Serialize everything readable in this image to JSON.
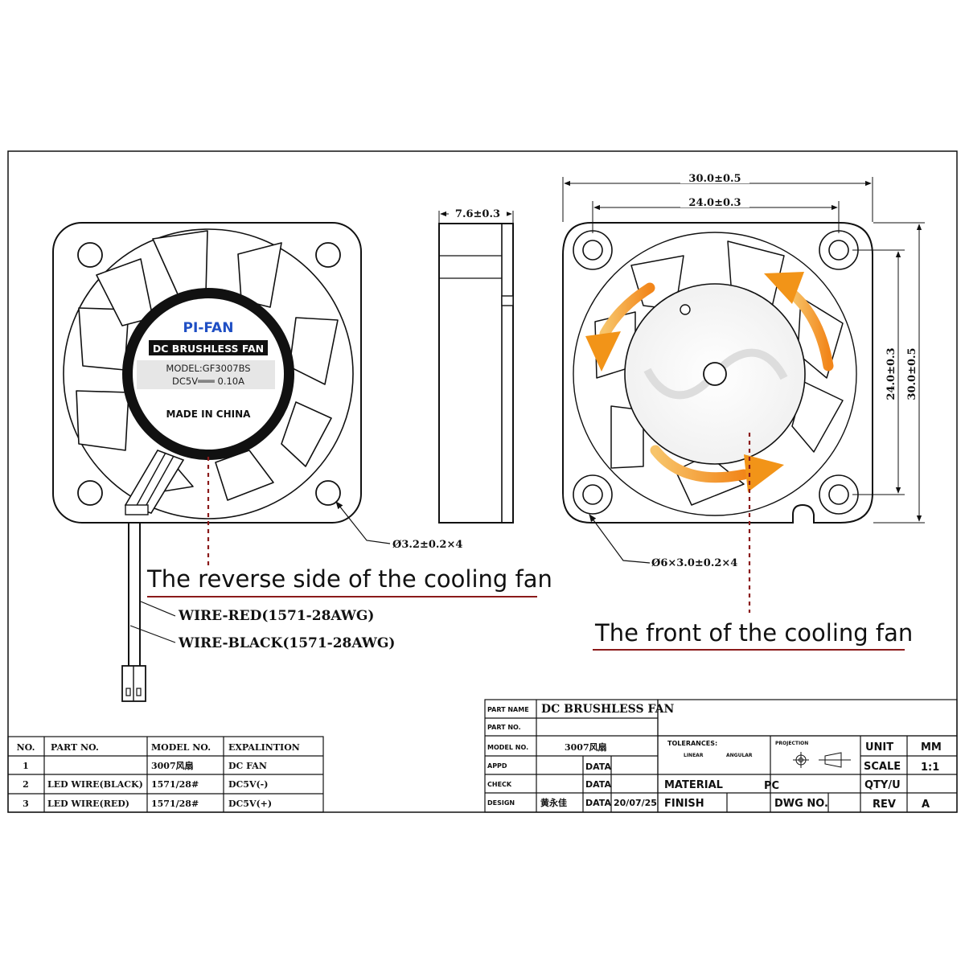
{
  "reverse": {
    "logo": "PI-FAN",
    "band": "DC BRUSHLESS FAN",
    "model": "MODEL:GF3007BS",
    "rating": "DC5V═══ 0.10A",
    "made": "MADE IN CHINA",
    "hole_dim": "Ø3.2±0.2×4",
    "caption": "The reverse side of the cooling fan",
    "wire_red": "WIRE-RED(1571-28AWG)",
    "wire_black": "WIRE-BLACK(1571-28AWG)"
  },
  "side": {
    "thickness_dim": "7.6±0.3"
  },
  "front": {
    "width_dim": "30.0±0.5",
    "pitch_dim": "24.0±0.3",
    "height_pitch_dim": "24.0±0.3",
    "height_dim": "30.0±0.5",
    "hole_dim": "Ø6×3.0±0.2×4",
    "caption": "The front of the cooling fan"
  },
  "bom": {
    "headers": [
      "NO.",
      "PART NO.",
      "MODEL NO.",
      "EXPALINTION"
    ],
    "rows": [
      [
        "1",
        "",
        "3007风扇",
        "DC FAN"
      ],
      [
        "2",
        "LED WIRE(BLACK)",
        "1571/28#",
        "DC5V(-)"
      ],
      [
        "3",
        "LED WIRE(RED)",
        "1571/28#",
        "DC5V(+)"
      ]
    ]
  },
  "title_block": {
    "part_name_label": "PART NAME",
    "part_name": "DC BRUSHLESS FAN",
    "part_no_label": "PART NO.",
    "model_no_label": "MODEL NO.",
    "model_no": "3007风扇",
    "appd_label": "APPD",
    "check_label": "CHECK",
    "design_label": "DESIGN",
    "designer": "黄永佳",
    "data_label": "DATA",
    "date": "20/07/25",
    "tolerances_label": "TOLERANCES:",
    "linear_label": "LINEAR",
    "angular_label": "ANGULAR",
    "projection_label": "PROJECTION",
    "material_label": "MATERIAL",
    "material": "PC",
    "finish_label": "FINISH",
    "dwg_no_label": "DWG NO.",
    "unit_label": "UNIT",
    "unit": "MM",
    "scale_label": "SCALE",
    "scale": "1:1",
    "qty_label": "QTY/U",
    "rev_label": "REV",
    "rev": "A"
  },
  "colors": {
    "line": "#111111",
    "caption_underline": "#8b1a1a",
    "leader_dashed": "#8b1a1a",
    "arrow_orange": "#f29418",
    "arrow_orange_light": "#f7c46a",
    "logo_blue": "#1f4fc4"
  }
}
